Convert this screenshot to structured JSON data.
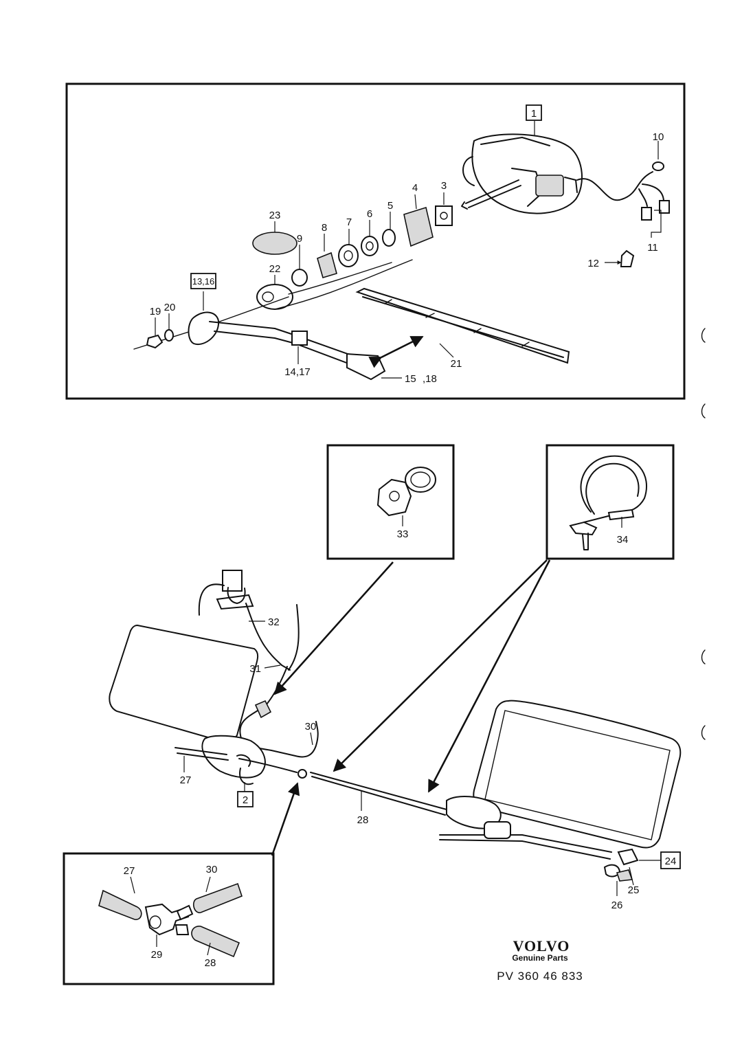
{
  "callouts": {
    "p1": "1",
    "p2": "2",
    "p3": "3",
    "p4": "4",
    "p5": "5",
    "p6": "6",
    "p7": "7",
    "p8": "8",
    "p9": "9",
    "p10": "10",
    "p11": "11",
    "p12": "12",
    "p13_16": "13,16",
    "p14_17": "14,17",
    "p15_18a": "15",
    "p15_18b": ",18",
    "p19": "19",
    "p20": "20",
    "p21": "21",
    "p22": "22",
    "p23": "23",
    "p24": "24",
    "p25": "25",
    "p26": "26",
    "p27": "27",
    "p28": "28",
    "p29": "29",
    "p30": "30",
    "p31": "31",
    "p32": "32",
    "p33": "33",
    "p34": "34"
  },
  "branding": {
    "logo": "VOLVO",
    "tagline": "Genuine Parts",
    "part_ref": "PV  360 46 833"
  }
}
